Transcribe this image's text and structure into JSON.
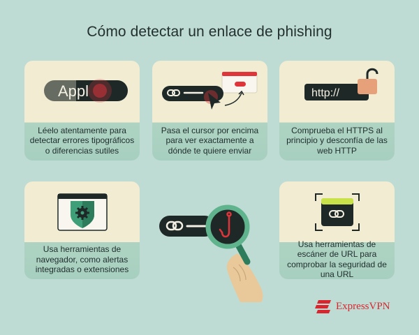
{
  "title": "Cómo detectar un enlace de phishing",
  "cards": [
    {
      "caption": "Léelo atentamente para detectar errores tipográficos o diferencias sutiles",
      "illustration_text": "Appl"
    },
    {
      "caption": "Pasa el cursor por encima para ver exactamente a dónde te quiere enviar"
    },
    {
      "caption": "Comprueba el HTTPS al principio y desconfía de las web HTTP",
      "illustration_text": "http://"
    },
    {
      "caption": "Usa herramientas de navegador, como alertas integradas o extensiones"
    },
    {
      "caption": "Usa herramientas de escáner de URL para comprobar la seguridad de una URL"
    }
  ],
  "brand": {
    "name": "ExpressVPN",
    "color": "#d8262f"
  },
  "colors": {
    "background": "#bfdcd4",
    "card": "#f1ecd2",
    "card_footer": "#aed3c3",
    "accent_red": "#e0343b",
    "dark": "#1f2a2a"
  },
  "icons": [
    "link-icon",
    "cursor-icon",
    "padlock-icon",
    "shield-gear-icon",
    "scan-frame-icon",
    "fishhook-icon",
    "magnifier-icon",
    "hand-icon"
  ]
}
